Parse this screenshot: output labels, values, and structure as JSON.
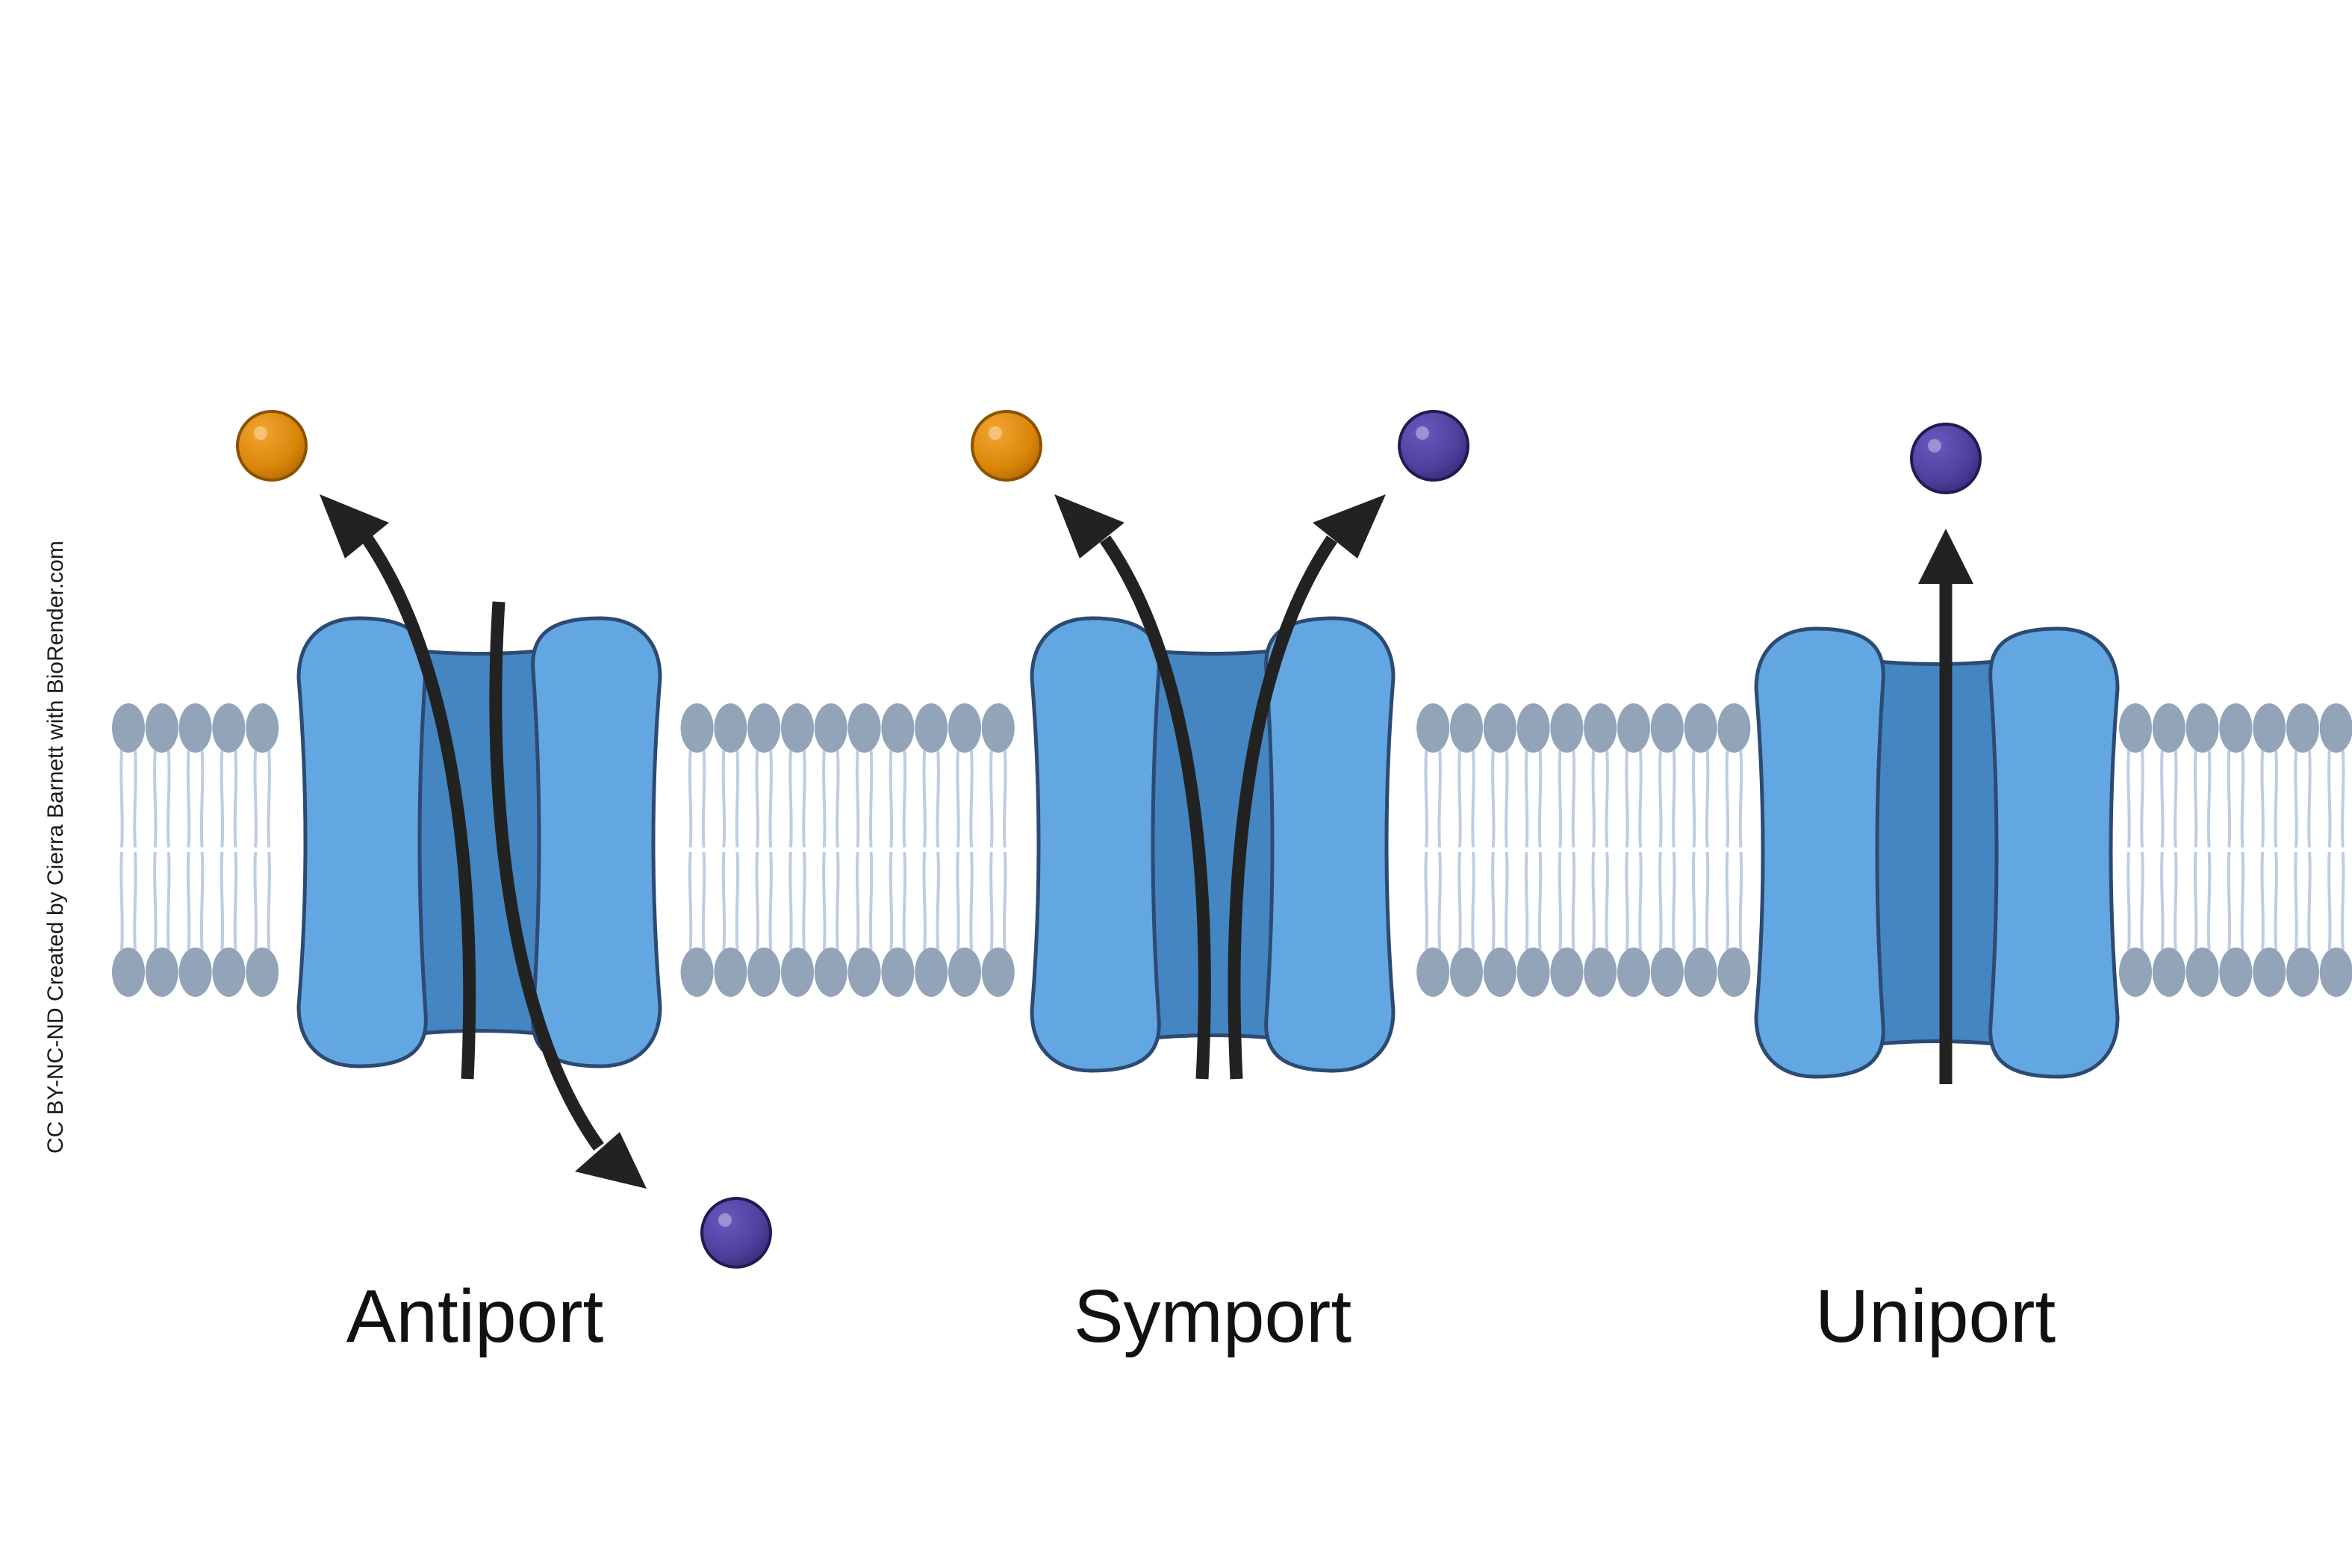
{
  "credit": "CC BY-NC-ND Created by Cierra Barnett with BioRender.com",
  "panels": [
    {
      "id": "antiport",
      "label": "Antiport"
    },
    {
      "id": "symport",
      "label": "Symport"
    },
    {
      "id": "uniport",
      "label": "Uniport"
    }
  ],
  "colors": {
    "background": "#ffffff",
    "lipid_head": "#93a3b8",
    "lipid_tail": "#bdcde2",
    "protein_outer": "#62a7e1",
    "protein_channel": "#4486c2",
    "protein_outline": "#2d4a73",
    "arrow": "#222222",
    "orange_molecule": "#d9860a",
    "purple_molecule": "#4f3f9c"
  },
  "icons": {
    "protein": "transport-protein-icon",
    "membrane": "lipid-bilayer",
    "orange_molecule": "orange-molecule-icon",
    "purple_molecule": "purple-molecule-icon"
  }
}
